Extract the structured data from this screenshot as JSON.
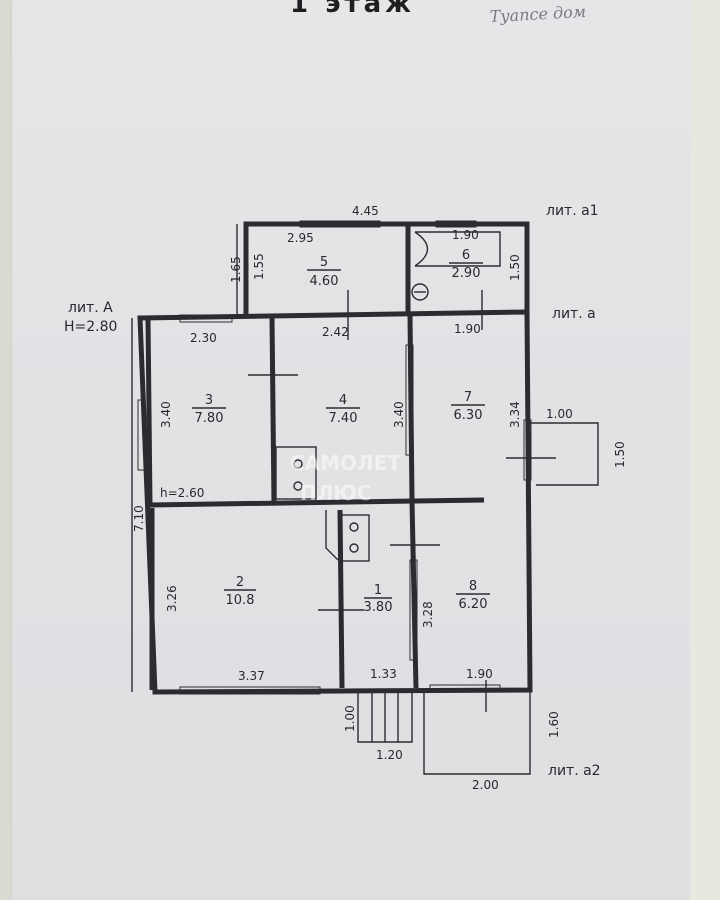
{
  "header": {
    "title": "1 этаж",
    "handwritten_note": "Туапсе дом"
  },
  "watermark": {
    "line1": "САМОЛЕТ",
    "line2": "ПЛЮС"
  },
  "labels": {
    "lit_a1": "лит. а1",
    "lit_A": "лит. А",
    "height_A": "H=2.80",
    "lit_a": "лит. а",
    "lit_a2": "лит. а2",
    "room3_height": "h=2.60"
  },
  "rooms": [
    {
      "id": "1",
      "num": "1",
      "area": "3.80"
    },
    {
      "id": "2",
      "num": "2",
      "area": "10.8"
    },
    {
      "id": "3",
      "num": "3",
      "area": "7.80"
    },
    {
      "id": "4",
      "num": "4",
      "area": "7.40"
    },
    {
      "id": "5",
      "num": "5",
      "area": "4.60"
    },
    {
      "id": "6",
      "num": "6",
      "area": "2.90"
    },
    {
      "id": "7",
      "num": "7",
      "area": "6.30"
    },
    {
      "id": "8",
      "num": "8",
      "area": "6.20"
    }
  ],
  "dimensions": {
    "a1_top": "4.45",
    "room5_width": "2.95",
    "room6_width": "1.90",
    "a1_left_outer": "1.65",
    "room5_height": "1.55",
    "room6_height": "1.50",
    "room3_width": "2.30",
    "room4_width": "2.42",
    "room7_width": "1.90",
    "room3_height": "3.40",
    "room4_height": "3.40",
    "room7_height": "3.34",
    "porch_width": "1.00",
    "porch_height": "1.50",
    "house_height": "7.10",
    "room2_height": "3.26",
    "room8_height": "3.28",
    "room2_width": "3.37",
    "room1_width": "1.33",
    "room8_width": "1.90",
    "stairs_height": "1.00",
    "stairs_width": "1.20",
    "a2_height": "1.60",
    "a2_width": "2.00"
  }
}
